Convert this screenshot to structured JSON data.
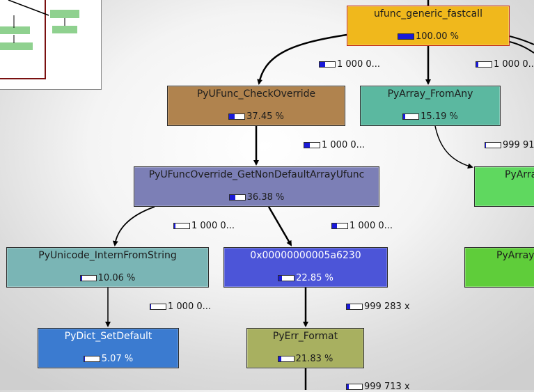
{
  "colors": {
    "ufunc_generic_fastcall": "#f0b81c",
    "PyUFunc_CheckOverride": "#b0834e",
    "PyArray_FromAny": "#5bb8a0",
    "PyUFuncOverride_GetNonDefaultArrayUfunc": "#7c7fb6",
    "PyUnicode_InternFromString": "#7ab5b5",
    "addr_0x5a6230": "#4c55d8",
    "PyDict_SetDefault": "#3b7bd0",
    "PyErr_Format": "#a8b060",
    "PyArray_right1": "#5fd85f",
    "PyArray_right2": "#5fcd3a"
  },
  "nodes": {
    "ufunc_generic_fastcall": {
      "name": "ufunc_generic_fastcall",
      "cost": "100.00 %",
      "fraction": 1.0
    },
    "PyUFunc_CheckOverride": {
      "name": "PyUFunc_CheckOverride",
      "cost": "37.45 %",
      "fraction": 0.3745
    },
    "PyArray_FromAny": {
      "name": "PyArray_FromAny",
      "cost": "15.19 %",
      "fraction": 0.1519
    },
    "PyUFuncOverride_GetNonDefaultArrayUfunc": {
      "name": "PyUFuncOverride_GetNonDefaultArrayUfunc",
      "cost": "36.38 %",
      "fraction": 0.3638
    },
    "PyUnicode_InternFromString": {
      "name": "PyUnicode_InternFromString",
      "cost": "10.06 %",
      "fraction": 0.1006
    },
    "addr_0x5a6230": {
      "name": "0x00000000005a6230",
      "cost": "22.85 %",
      "fraction": 0.2285
    },
    "PyDict_SetDefault": {
      "name": "PyDict_SetDefault",
      "cost": "5.07 %",
      "fraction": 0.0507
    },
    "PyErr_Format": {
      "name": "PyErr_Format",
      "cost": "21.83 %",
      "fraction": 0.2183
    },
    "PyArray_right1": {
      "name": "PyArra",
      "cost": "",
      "fraction": 0
    },
    "PyArray_right2": {
      "name": "PyArray_",
      "cost": "",
      "fraction": 0
    }
  },
  "edges": {
    "e1": {
      "label": "1 000 0...",
      "fraction": 0.3745
    },
    "e2": {
      "label": "1 000 0...",
      "fraction": 0.1519
    },
    "e3": {
      "label": "1 000 0...",
      "fraction": 0.3638
    },
    "e4": {
      "label": "999 91",
      "fraction": 0.05
    },
    "e5": {
      "label": "1 000 0...",
      "fraction": 0.1006
    },
    "e6": {
      "label": "1 000 0...",
      "fraction": 0.2285
    },
    "e7": {
      "label": "1 000 0...",
      "fraction": 0.0507
    },
    "e8": {
      "label": "999 283 x",
      "fraction": 0.2183
    },
    "e9": {
      "label": "999 713 x",
      "fraction": 0.12
    },
    "e10": {
      "label": "1 000 0...",
      "fraction": 0.3
    }
  }
}
